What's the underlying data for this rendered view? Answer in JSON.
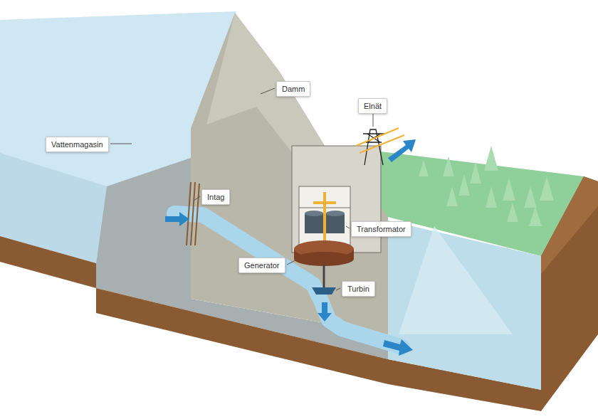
{
  "diagram": {
    "nodes": [
      {
        "text": [
          "Damm"
        ]
      },
      {
        "text": [
          "Elnät"
        ]
      },
      {
        "text": [
          "Vattenmagasin"
        ]
      },
      {
        "text": [
          "Intag"
        ]
      },
      {
        "text": [
          "Transformator"
        ]
      },
      {
        "text": [
          "Generator"
        ]
      },
      {
        "text": [
          "Turbin"
        ]
      }
    ]
  }
}
